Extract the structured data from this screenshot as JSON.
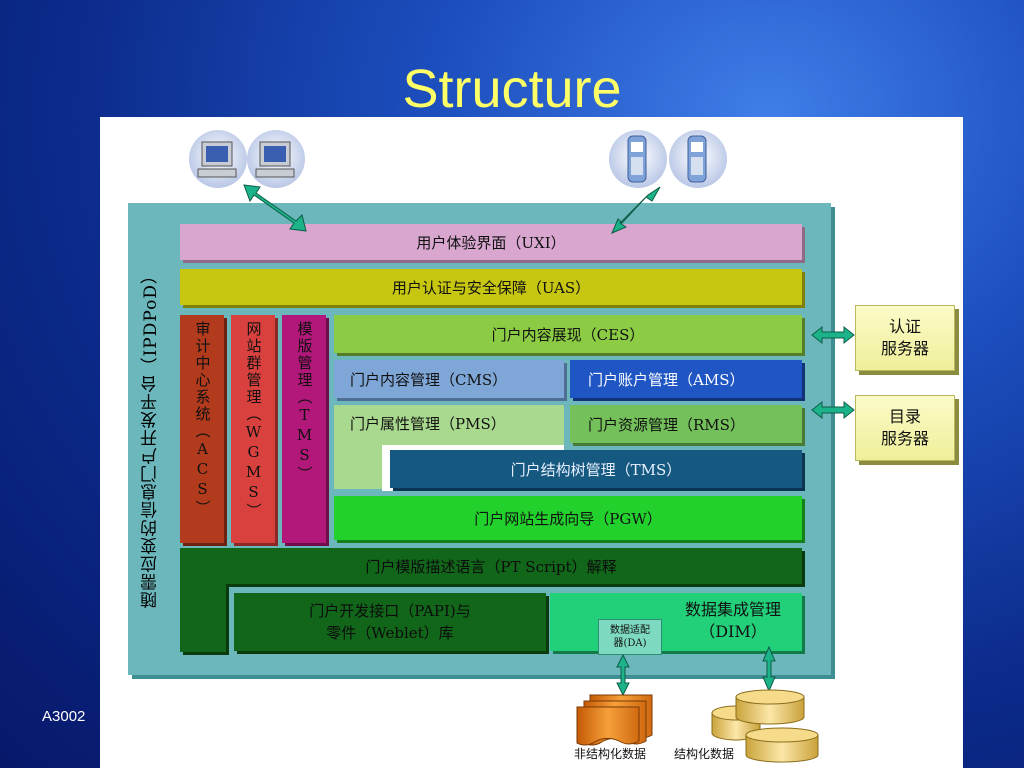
{
  "slide": {
    "title": "Structure",
    "footer": "A3002"
  },
  "architecture": {
    "platform_label": "随需应变的信息门户开发平台（IPDPoD）",
    "uxi": "用户体验界面（UXI）",
    "uas": "用户认证与安全保障（UAS）",
    "acs": "审计中心系统（ACS）",
    "wgms": "网站群管理（WGMS）",
    "tms_template": "模版管理（TMS）",
    "ces": "门户内容展现（CES）",
    "cms": "门户内容管理（CMS）",
    "ams": "门户账户管理（AMS）",
    "pms": "门户属性管理（PMS）",
    "rms": "门户资源管理（RMS）",
    "tms_tree": "门户结构树管理（TMS）",
    "pgw": "门户网站生成向导（PGW）",
    "pt_script": "门户模版描述语言（PT Script）解释",
    "papi_line1": "门户开发接口（PAPI)与",
    "papi_line2": "零件（Weblet）库",
    "dim_line1": "数据集成管理",
    "dim_line2": "（DIM）",
    "da_line1": "数据适配",
    "da_line2": "器(DA)"
  },
  "external": {
    "auth_line1": "认证",
    "auth_line2": "服务器",
    "dir_line1": "目录",
    "dir_line2": "服务器"
  },
  "storage": {
    "unstructured": "非结构化数据",
    "structured": "结构化数据"
  },
  "icons": [
    "desktop-computer-icon",
    "mobile-phone-icon",
    "double-arrow-icon",
    "document-stack-icon",
    "database-icon"
  ],
  "colors": {
    "title": "#ffff66",
    "frame": "#6bb7bc",
    "uxi": "#d8a6cf",
    "uas": "#c7c712",
    "acs": "#b23a1d",
    "wgms": "#d9413f",
    "tms_template": "#b2177a",
    "ces": "#8ccc45",
    "cms": "#7ea6d6",
    "ams": "#1f56c4",
    "rms": "#74c15b",
    "tms_tree": "#165980",
    "pgw": "#22d12c",
    "pt_script": "#11661a",
    "dim": "#22d07a",
    "arrow": "#1db38a"
  }
}
